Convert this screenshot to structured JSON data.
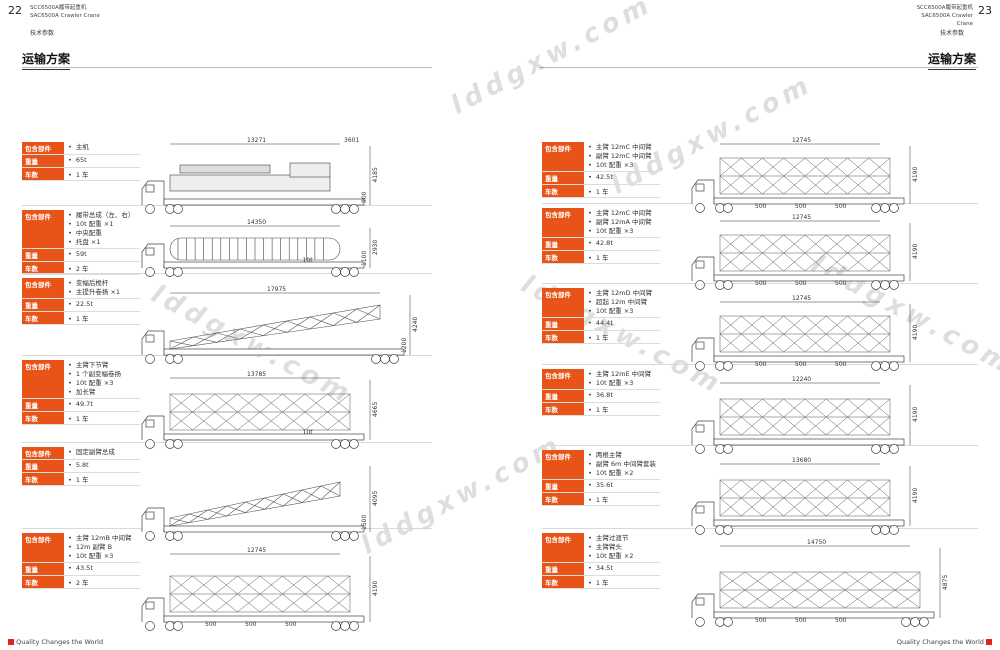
{
  "left_page": {
    "page_number": "22",
    "header_line1": "SCC6500A履带起重机",
    "header_line2": "SAC6500A Crawler Crane",
    "subheader": "技术参数",
    "section_title": "运输方案",
    "footer": "Quality Changes the World"
  },
  "right_page": {
    "page_number": "23",
    "header_line1": "SCC6500A履带起重机",
    "header_line2": "SAC6500A Crawler Crane",
    "subheader": "技术参数",
    "section_title": "运输方案",
    "footer": "Quality Changes the World"
  },
  "labels": {
    "parts": "包含部件",
    "weight": "重量",
    "vehicles": "车数"
  },
  "watermark": "lddgxw.com",
  "left_items": [
    {
      "parts": [
        "主机"
      ],
      "weight": "65t",
      "vehicles": "1 车",
      "dims": {
        "length": "13271",
        "end": "3601",
        "height": "4185",
        "ground": "900"
      }
    },
    {
      "parts": [
        "履带总成（左、右）",
        "10t 配重 ×1",
        "中央配重",
        "托盘 ×1"
      ],
      "weight": "59t",
      "vehicles": "2 车",
      "dims": {
        "length": "14350",
        "height": "2930",
        "ground": "1100",
        "tag": "10t"
      }
    },
    {
      "parts": [
        "变幅后桅杆",
        "主提升卷扬 ×1"
      ],
      "weight": "22.5t",
      "vehicles": "1 车",
      "dims": {
        "length": "17975",
        "height": "4240",
        "ground": "1200"
      }
    },
    {
      "parts": [
        "主臂下节臂",
        "1 个副变幅卷扬",
        "10t 配重 ×3",
        "加长臂"
      ],
      "weight": "49.7t",
      "vehicles": "1 车",
      "dims": {
        "length": "13785",
        "height": "4665",
        "tag": "10t"
      }
    },
    {
      "parts": [
        "固定副臂总成"
      ],
      "weight": "5.8t",
      "vehicles": "1 车",
      "dims": {
        "height": "4095",
        "ground": "1500"
      }
    },
    {
      "parts": [
        "主臂 12mB 中间臂",
        "12m 副臂 B",
        "10t 配重 ×3"
      ],
      "weight": "43.5t",
      "vehicles": "2 车",
      "dims": {
        "length": "12745",
        "height": "4190",
        "spans": [
          "500",
          "500",
          "500"
        ]
      }
    }
  ],
  "right_items": [
    {
      "parts": [
        "主臂 12mC 中间臂",
        "副臂 12mC 中间臂",
        "10t 配重 ×3"
      ],
      "weight": "42.5t",
      "vehicles": "1 车",
      "dims": {
        "length": "12745",
        "height": "4190",
        "spans": [
          "500",
          "500",
          "500"
        ]
      }
    },
    {
      "parts": [
        "主臂 12mC 中间臂",
        "副臂 12mA 中间臂",
        "10t 配重 ×3"
      ],
      "weight": "42.8t",
      "vehicles": "1 车",
      "dims": {
        "length": "12745",
        "height": "4190",
        "spans": [
          "500",
          "500",
          "500"
        ]
      }
    },
    {
      "parts": [
        "主臂 12mD 中间臂",
        "超起 12m 中间臂",
        "10t 配重 ×3"
      ],
      "weight": "44.4t",
      "vehicles": "1 车",
      "dims": {
        "length": "12745",
        "height": "4190",
        "spans": [
          "500",
          "500",
          "500"
        ]
      }
    },
    {
      "parts": [
        "主臂 12mE 中间臂",
        "10t 配重 ×3"
      ],
      "weight": "36.8t",
      "vehicles": "1 车",
      "dims": {
        "length": "12240",
        "height": "4190"
      }
    },
    {
      "parts": [
        "两根主臂",
        "副臂 6m 中间臂套装",
        "10t 配重 ×2"
      ],
      "weight": "35.6t",
      "vehicles": "1 车",
      "dims": {
        "length": "13680",
        "height": "4190"
      }
    },
    {
      "parts": [
        "主臂过渡节",
        "主臂臂头",
        "10t 配重 ×2"
      ],
      "weight": "34.5t",
      "vehicles": "1 车",
      "dims": {
        "length": "14750",
        "height": "4875",
        "spans": [
          "500",
          "500",
          "500"
        ]
      }
    }
  ]
}
